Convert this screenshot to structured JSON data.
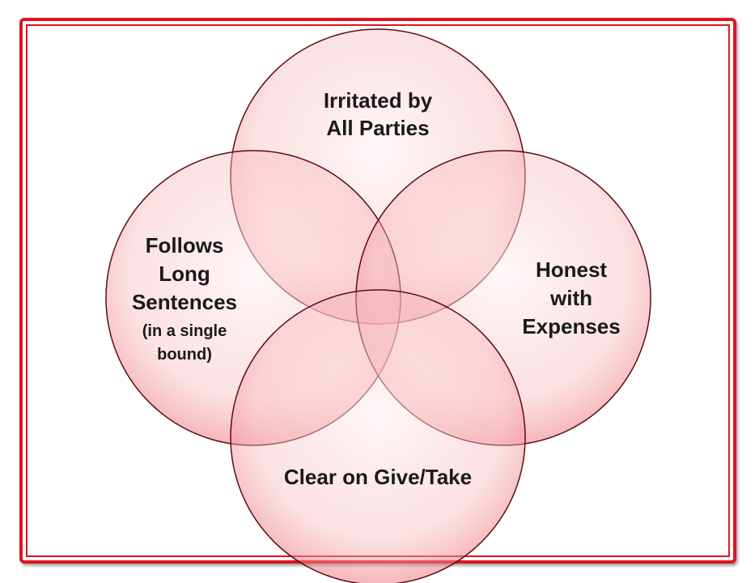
{
  "diagram": {
    "type": "venn",
    "sets": [
      {
        "id": "top",
        "lines": [
          "Irritated by",
          "All Parties"
        ]
      },
      {
        "id": "left",
        "lines": [
          "Follows",
          "Long",
          "Sentences"
        ],
        "sublines": [
          "(in a single",
          "bound)"
        ]
      },
      {
        "id": "right",
        "lines": [
          "Honest",
          "with",
          "Expenses"
        ]
      },
      {
        "id": "bottom",
        "lines": [
          "Clear on Give/Take"
        ]
      }
    ]
  },
  "colors": {
    "frame": "#e0141e",
    "circle_fill": "#f6a9ae",
    "circle_fill_light": "#fde6e7",
    "circle_stroke": "#5a0d12",
    "text": "#1a1a1a"
  }
}
